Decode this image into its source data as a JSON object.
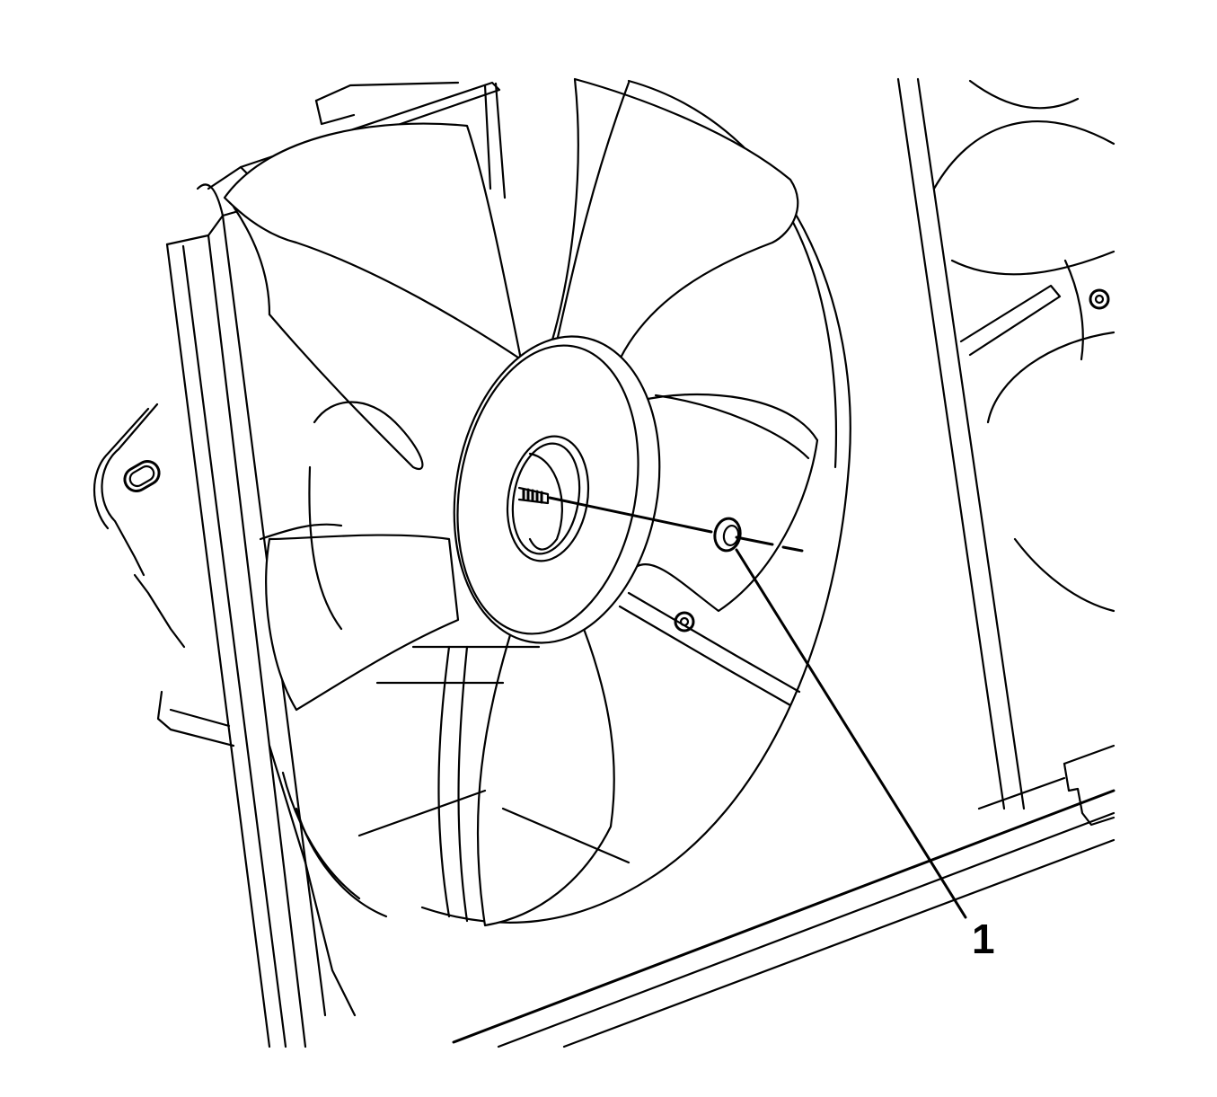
{
  "figure": {
    "subject": "Cooling fan assembly — fan blade retaining nut removal",
    "callouts": [
      {
        "number": "1",
        "target": "fan-retaining-nut"
      }
    ],
    "colors": {
      "line": "#000000",
      "background": "#ffffff"
    }
  }
}
